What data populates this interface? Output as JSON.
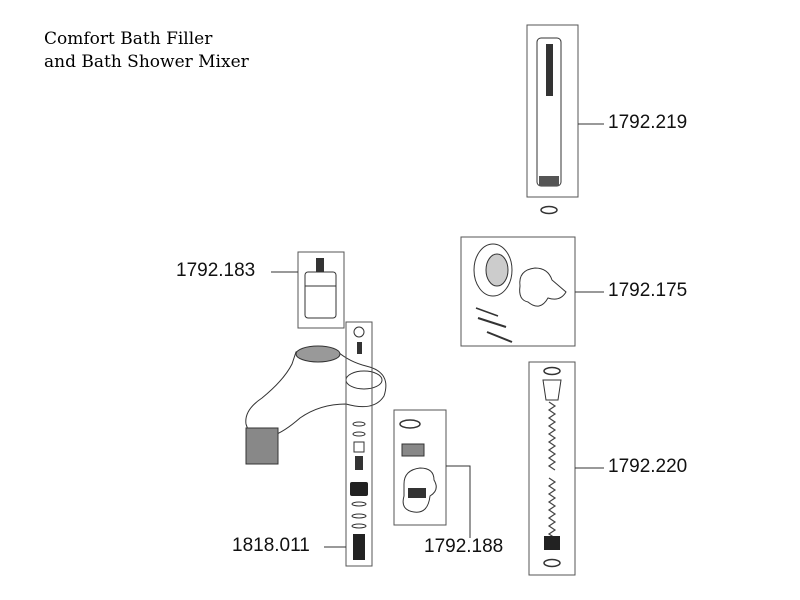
{
  "title": {
    "line1": "Comfort Bath Filler",
    "line2": "and Bath Shower Mixer"
  },
  "parts": {
    "hand_shower": "1792.219",
    "wall_bracket": "1792.175",
    "shower_hose": "1792.220",
    "cartridge": "1792.183",
    "diverter_assembly": "1818.011",
    "diverter_knob": "1792.188"
  },
  "colors": {
    "line": "#333333",
    "box": "#555555",
    "dark_part": "#222222",
    "spout_shadow": "#888888"
  }
}
